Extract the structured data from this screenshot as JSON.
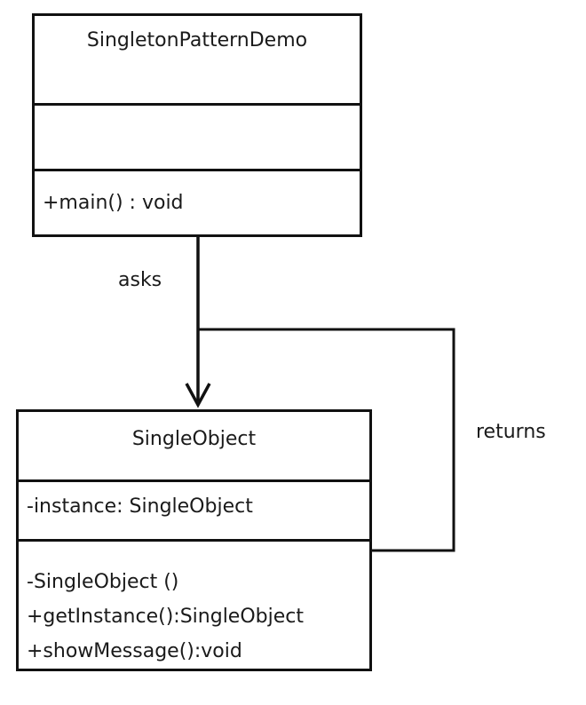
{
  "classes": {
    "demo": {
      "name": "SingletonPatternDemo",
      "attributes": [],
      "methods": [
        "+main() : void"
      ]
    },
    "single_object": {
      "name": "SingleObject",
      "attributes": [
        "-instance: SingleObject"
      ],
      "methods": [
        "-SingleObject ()",
        "+getInstance():SingleObject",
        "+showMessage():void"
      ]
    }
  },
  "relations": {
    "asks_label": "asks",
    "returns_label": "returns"
  }
}
